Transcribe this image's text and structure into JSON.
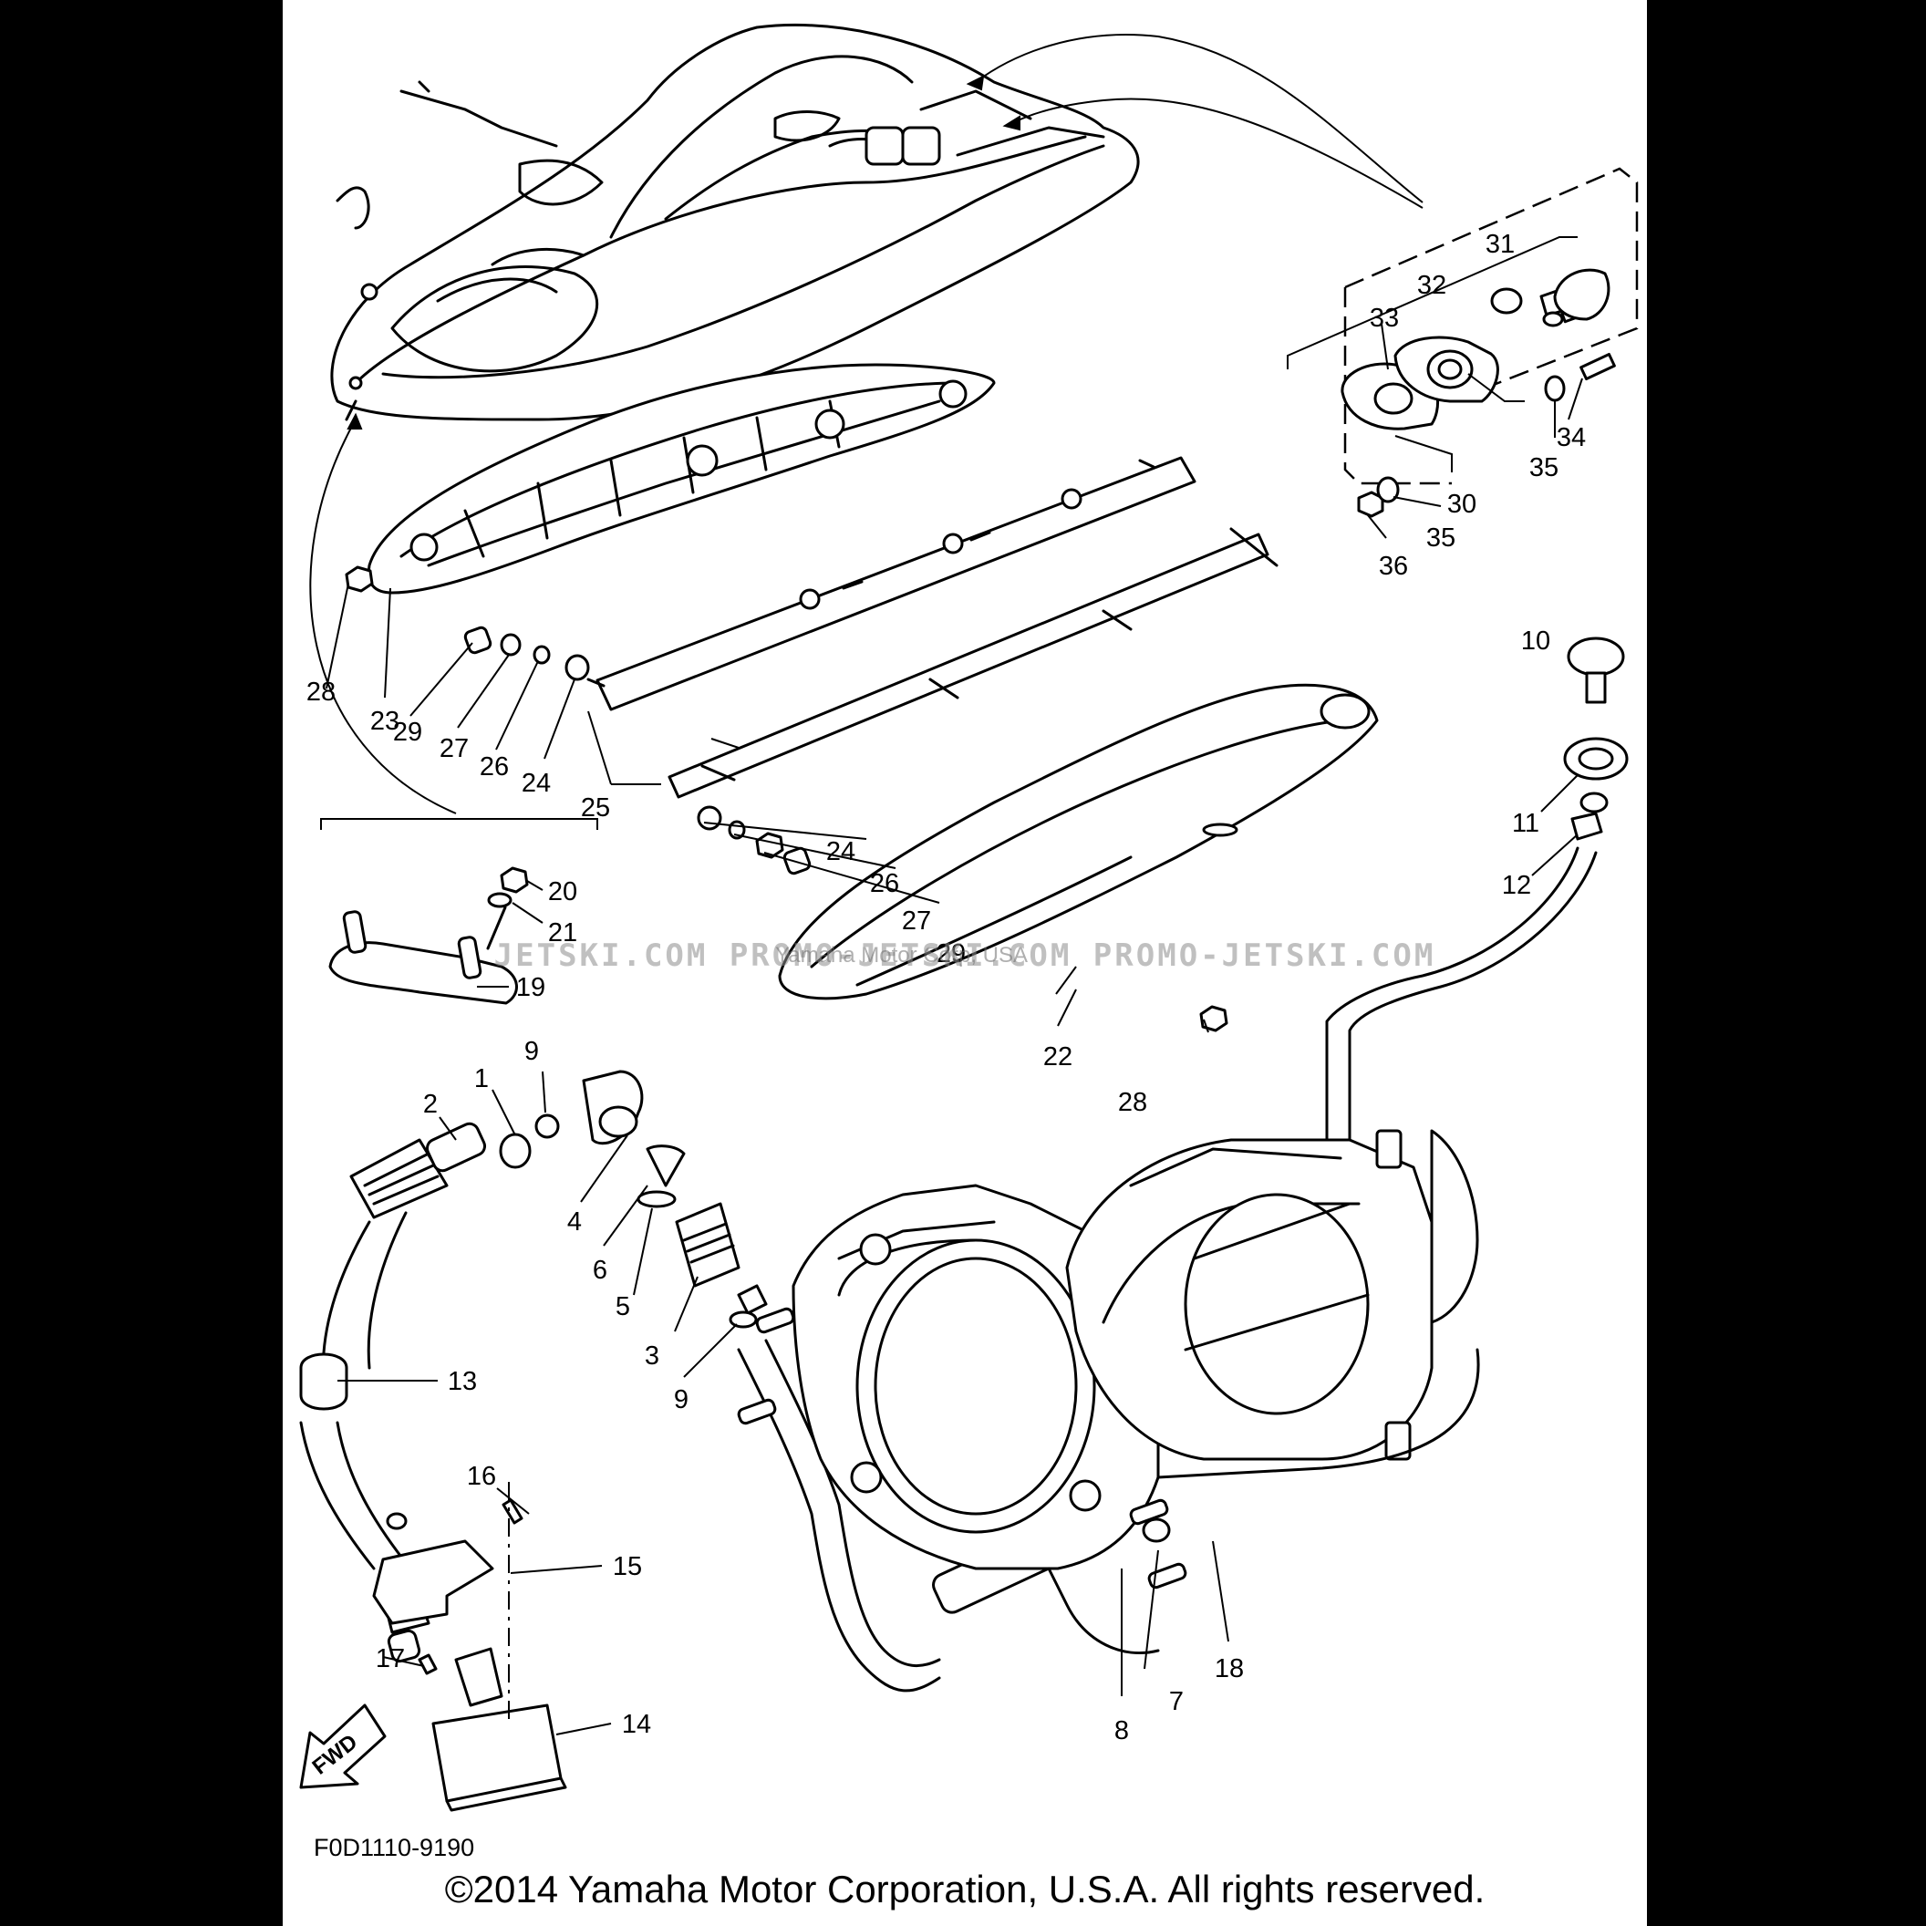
{
  "diagram": {
    "watermark_text": "JETSKI.COM   PROMO-JETSKI.COM   PROMO-JETSKI.COM",
    "watermark_sub": "Yamaha Motor Corp, USA",
    "diagram_code": "F0D1110-9190",
    "direction_arrow_label": "FWD",
    "copyright": "©2014 Yamaha Motor Corporation, U.S.A. All rights reserved."
  },
  "callouts": [
    "1",
    "2",
    "3",
    "4",
    "5",
    "6",
    "7",
    "8",
    "9",
    "9",
    "10",
    "11",
    "12",
    "13",
    "14",
    "15",
    "16",
    "17",
    "18",
    "19",
    "20",
    "21",
    "22",
    "23",
    "24",
    "24",
    "25",
    "26",
    "26",
    "27",
    "27",
    "28",
    "28",
    "29",
    "29",
    "30",
    "31",
    "32",
    "33",
    "34",
    "35",
    "35",
    "36"
  ]
}
